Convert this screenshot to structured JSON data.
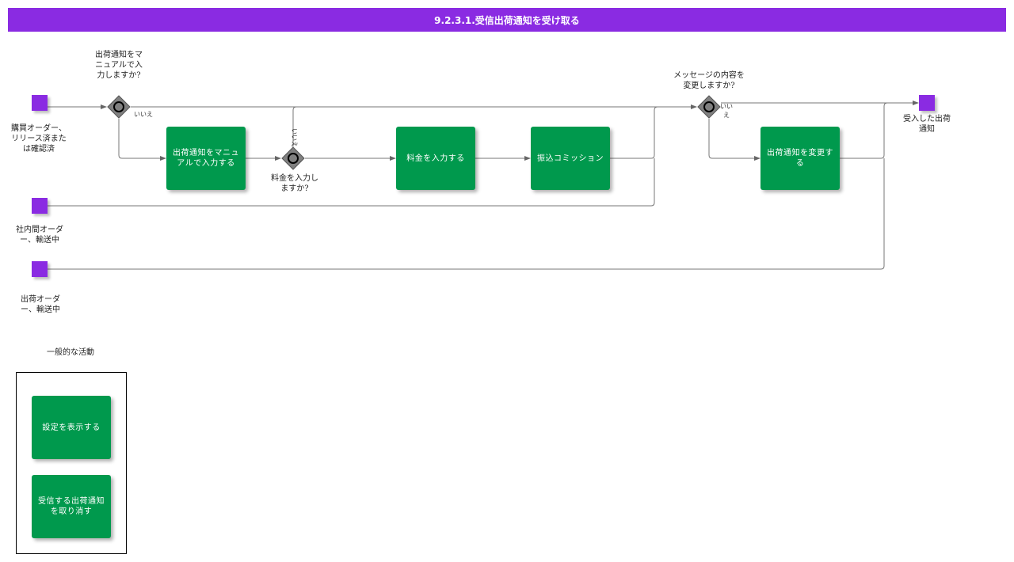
{
  "title": "9.2.3.1.受信出荷通知を受け取る",
  "events": {
    "start1_label": "購買オーダー、リリース済または確認済",
    "start2_label": "社内間オーダー、輸送中",
    "start3_label": "出荷オーダー、輸送中",
    "end_label": "受入した出荷通知"
  },
  "gateways": {
    "g1_label": "出荷通知をマニュアルで入力しますか?",
    "g2_label": "料金を入力しますか?",
    "g3_label": "メッセージの内容を変更しますか?"
  },
  "flow_labels": {
    "g1_no": "いいえ",
    "g2_no": "いいえ",
    "g3_no": "いいえ"
  },
  "tasks": {
    "t1": "出荷通知をマニュアルで入力する",
    "t2": "料金を入力する",
    "t3": "振込コミッション",
    "t4": "出荷通知を変更する"
  },
  "group": {
    "label": "一般的な活動",
    "t5": "設定を表示する",
    "t6": "受信する出荷通知を取り消す"
  },
  "colors": {
    "header": "#8a2be2",
    "event": "#8a2be2",
    "task": "#00994d",
    "gateway": "#808080"
  }
}
